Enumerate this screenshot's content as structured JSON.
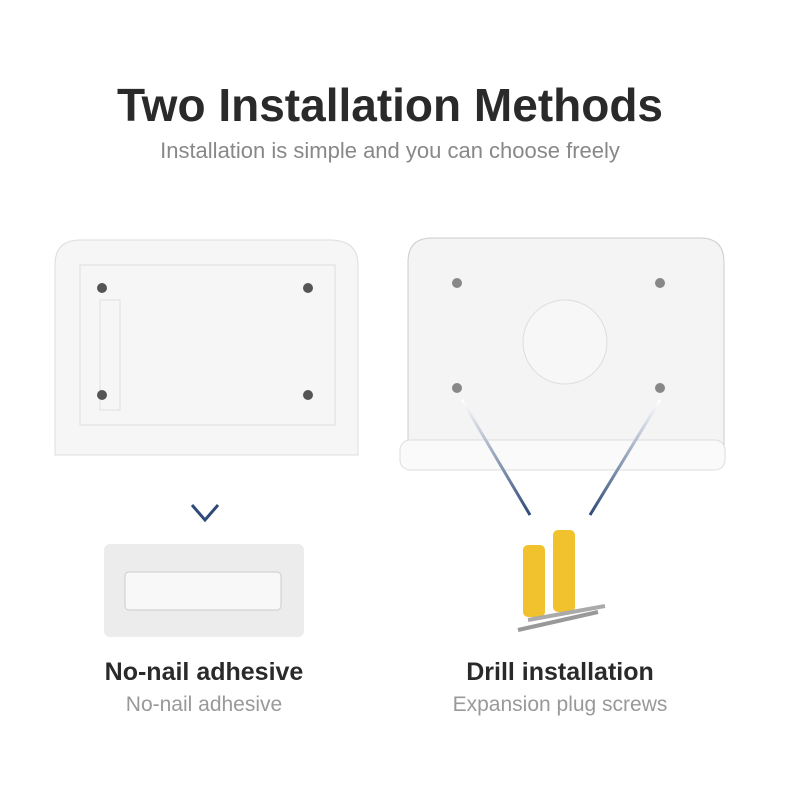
{
  "title": "Two Installation Methods",
  "subtitle": "Installation is simple and you can choose freely",
  "left": {
    "heading": "No-nail adhesive",
    "caption": "No-nail adhesive"
  },
  "right": {
    "heading": "Drill installation",
    "caption": "Expansion plug screws"
  }
}
